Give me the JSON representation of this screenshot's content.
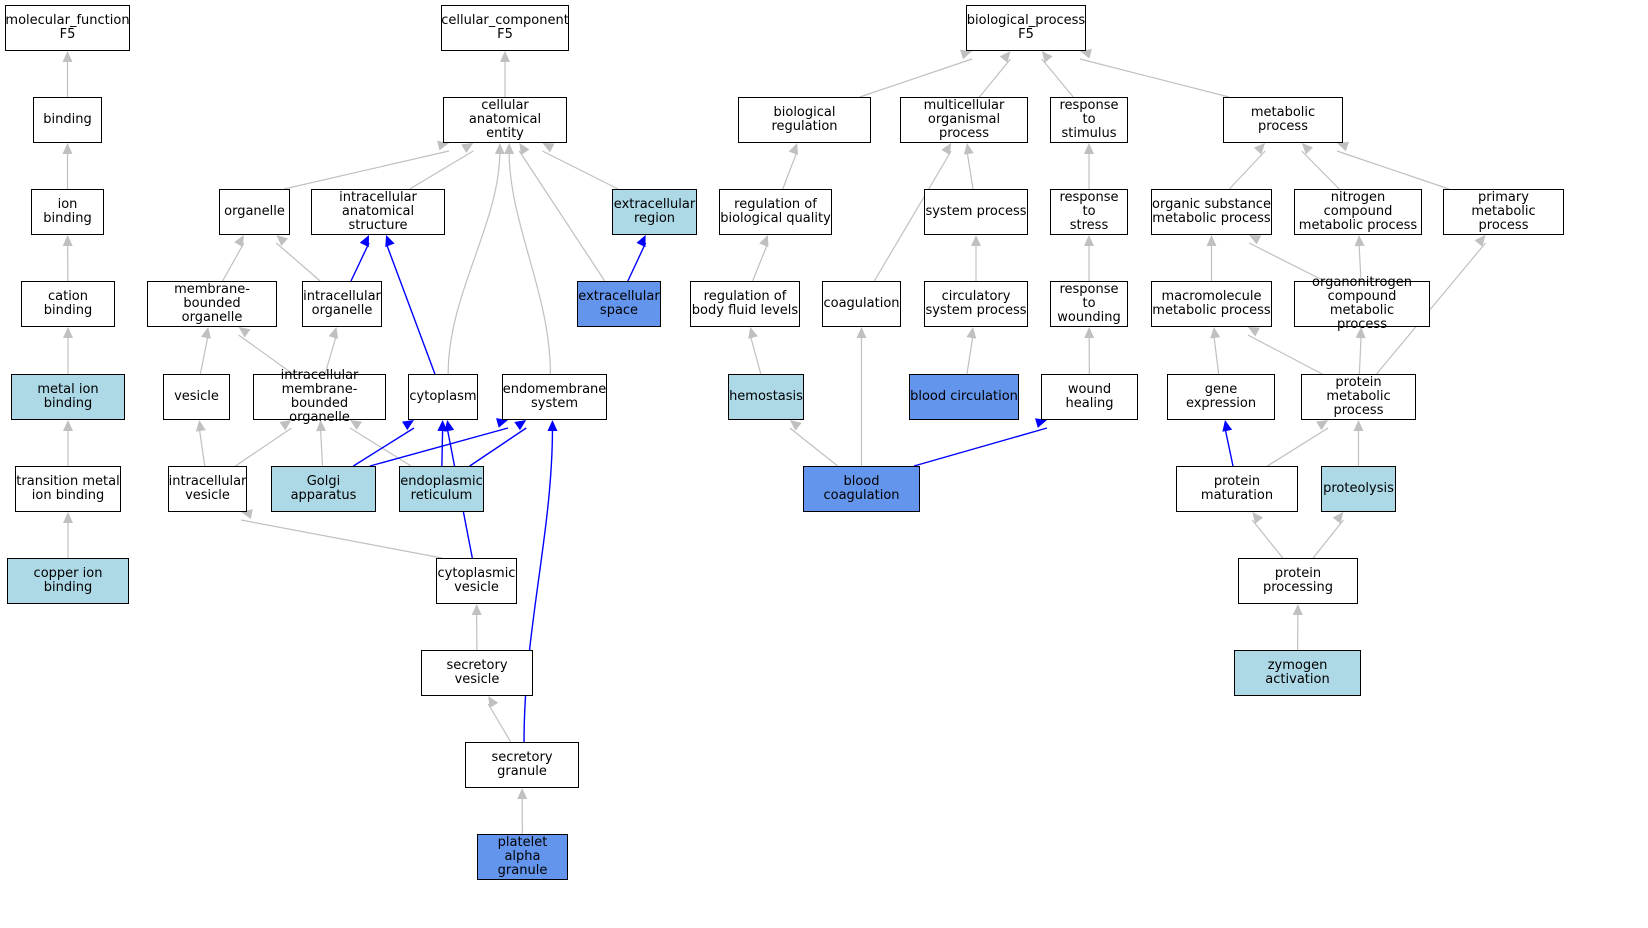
{
  "colors": {
    "node_default": "#ffffff",
    "node_light": "#add8e6",
    "node_blue": "#6495ed",
    "edge_gray": "#c0c0c0",
    "edge_blue": "#0000ff"
  },
  "nodes": [
    {
      "id": "mf",
      "label": "molecular_function\nF5",
      "style": "white"
    },
    {
      "id": "binding",
      "label": "binding",
      "style": "white"
    },
    {
      "id": "ionbind",
      "label": "ion binding",
      "style": "white"
    },
    {
      "id": "cationbind",
      "label": "cation binding",
      "style": "white"
    },
    {
      "id": "metalion",
      "label": "metal ion binding",
      "style": "light"
    },
    {
      "id": "transmetal",
      "label": "transition metal\nion binding",
      "style": "white"
    },
    {
      "id": "copper",
      "label": "copper ion binding",
      "style": "light"
    },
    {
      "id": "cc",
      "label": "cellular_component\nF5",
      "style": "white"
    },
    {
      "id": "cae",
      "label": "cellular anatomical\nentity",
      "style": "white"
    },
    {
      "id": "organelle",
      "label": "organelle",
      "style": "white"
    },
    {
      "id": "ias",
      "label": "intracellular\nanatomical structure",
      "style": "white"
    },
    {
      "id": "extreg",
      "label": "extracellular\nregion",
      "style": "light"
    },
    {
      "id": "extspace",
      "label": "extracellular\nspace",
      "style": "blue"
    },
    {
      "id": "mbo",
      "label": "membrane-bounded\norganelle",
      "style": "white"
    },
    {
      "id": "intorg",
      "label": "intracellular\norganelle",
      "style": "white"
    },
    {
      "id": "vesicle",
      "label": "vesicle",
      "style": "white"
    },
    {
      "id": "imbo",
      "label": "intracellular\nmembrane-bounded\norganelle",
      "style": "white"
    },
    {
      "id": "cytoplasm",
      "label": "cytoplasm",
      "style": "white"
    },
    {
      "id": "endomem",
      "label": "endomembrane\nsystem",
      "style": "white"
    },
    {
      "id": "intves",
      "label": "intracellular\nvesicle",
      "style": "white"
    },
    {
      "id": "golgi",
      "label": "Golgi apparatus",
      "style": "light"
    },
    {
      "id": "er",
      "label": "endoplasmic\nreticulum",
      "style": "light"
    },
    {
      "id": "cytves",
      "label": "cytoplasmic\nvesicle",
      "style": "white"
    },
    {
      "id": "secves",
      "label": "secretory vesicle",
      "style": "white"
    },
    {
      "id": "secgran",
      "label": "secretory granule",
      "style": "white"
    },
    {
      "id": "platelet",
      "label": "platelet alpha\ngranule",
      "style": "blue"
    },
    {
      "id": "bp",
      "label": "biological_process\nF5",
      "style": "white"
    },
    {
      "id": "bioreg",
      "label": "biological regulation",
      "style": "white"
    },
    {
      "id": "multi",
      "label": "multicellular\norganismal process",
      "style": "white"
    },
    {
      "id": "respstim",
      "label": "response to\nstimulus",
      "style": "white"
    },
    {
      "id": "metab",
      "label": "metabolic process",
      "style": "white"
    },
    {
      "id": "regbq",
      "label": "regulation of\nbiological quality",
      "style": "white"
    },
    {
      "id": "sysproc",
      "label": "system process",
      "style": "white"
    },
    {
      "id": "respstress",
      "label": "response to\nstress",
      "style": "white"
    },
    {
      "id": "orgsub",
      "label": "organic substance\nmetabolic process",
      "style": "white"
    },
    {
      "id": "nitro",
      "label": "nitrogen compound\nmetabolic process",
      "style": "white"
    },
    {
      "id": "primary",
      "label": "primary metabolic\nprocess",
      "style": "white"
    },
    {
      "id": "regbfl",
      "label": "regulation of\nbody fluid levels",
      "style": "white"
    },
    {
      "id": "coag",
      "label": "coagulation",
      "style": "white"
    },
    {
      "id": "circsys",
      "label": "circulatory\nsystem process",
      "style": "white"
    },
    {
      "id": "respwound",
      "label": "response to\nwounding",
      "style": "white"
    },
    {
      "id": "macro",
      "label": "macromolecule\nmetabolic process",
      "style": "white"
    },
    {
      "id": "organonitro",
      "label": "organonitrogen\ncompound metabolic\nprocess",
      "style": "white"
    },
    {
      "id": "hemostasis",
      "label": "hemostasis",
      "style": "light"
    },
    {
      "id": "bloodcirc",
      "label": "blood circulation",
      "style": "blue"
    },
    {
      "id": "woundheal",
      "label": "wound healing",
      "style": "white"
    },
    {
      "id": "geneexp",
      "label": "gene expression",
      "style": "white"
    },
    {
      "id": "protmet",
      "label": "protein metabolic\nprocess",
      "style": "white"
    },
    {
      "id": "bloodcoag",
      "label": "blood coagulation",
      "style": "blue"
    },
    {
      "id": "protmat",
      "label": "protein maturation",
      "style": "white"
    },
    {
      "id": "proteolysis",
      "label": "proteolysis",
      "style": "light"
    },
    {
      "id": "protproc",
      "label": "protein processing",
      "style": "white"
    },
    {
      "id": "zymogen",
      "label": "zymogen activation",
      "style": "light"
    }
  ],
  "edges": [
    {
      "from": "binding",
      "to": "mf",
      "color": "gray"
    },
    {
      "from": "ionbind",
      "to": "binding",
      "color": "gray"
    },
    {
      "from": "cationbind",
      "to": "ionbind",
      "color": "gray"
    },
    {
      "from": "metalion",
      "to": "cationbind",
      "color": "gray"
    },
    {
      "from": "transmetal",
      "to": "metalion",
      "color": "gray"
    },
    {
      "from": "copper",
      "to": "transmetal",
      "color": "gray"
    },
    {
      "from": "cae",
      "to": "cc",
      "color": "gray"
    },
    {
      "from": "organelle",
      "to": "cae",
      "color": "gray"
    },
    {
      "from": "ias",
      "to": "cae",
      "color": "gray"
    },
    {
      "from": "extreg",
      "to": "cae",
      "color": "gray"
    },
    {
      "from": "extspace",
      "to": "cae",
      "color": "gray"
    },
    {
      "from": "cytoplasm",
      "to": "cae",
      "color": "gray"
    },
    {
      "from": "endomem",
      "to": "cae",
      "color": "gray"
    },
    {
      "from": "extspace",
      "to": "extreg",
      "color": "blue"
    },
    {
      "from": "mbo",
      "to": "organelle",
      "color": "gray"
    },
    {
      "from": "intorg",
      "to": "organelle",
      "color": "gray"
    },
    {
      "from": "intorg",
      "to": "ias",
      "color": "blue"
    },
    {
      "from": "cytoplasm",
      "to": "ias",
      "color": "blue"
    },
    {
      "from": "vesicle",
      "to": "mbo",
      "color": "gray"
    },
    {
      "from": "imbo",
      "to": "mbo",
      "color": "gray"
    },
    {
      "from": "imbo",
      "to": "intorg",
      "color": "gray"
    },
    {
      "from": "intves",
      "to": "vesicle",
      "color": "gray"
    },
    {
      "from": "intves",
      "to": "imbo",
      "color": "gray"
    },
    {
      "from": "golgi",
      "to": "imbo",
      "color": "gray"
    },
    {
      "from": "er",
      "to": "imbo",
      "color": "gray"
    },
    {
      "from": "golgi",
      "to": "cytoplasm",
      "color": "blue"
    },
    {
      "from": "er",
      "to": "cytoplasm",
      "color": "blue"
    },
    {
      "from": "golgi",
      "to": "endomem",
      "color": "blue"
    },
    {
      "from": "er",
      "to": "endomem",
      "color": "blue"
    },
    {
      "from": "cytves",
      "to": "intves",
      "color": "gray"
    },
    {
      "from": "cytves",
      "to": "cytoplasm",
      "color": "blue"
    },
    {
      "from": "secves",
      "to": "cytves",
      "color": "gray"
    },
    {
      "from": "secgran",
      "to": "secves",
      "color": "gray"
    },
    {
      "from": "secgran",
      "to": "endomem",
      "color": "blue"
    },
    {
      "from": "platelet",
      "to": "secgran",
      "color": "gray"
    },
    {
      "from": "bioreg",
      "to": "bp",
      "color": "gray"
    },
    {
      "from": "multi",
      "to": "bp",
      "color": "gray"
    },
    {
      "from": "respstim",
      "to": "bp",
      "color": "gray"
    },
    {
      "from": "metab",
      "to": "bp",
      "color": "gray"
    },
    {
      "from": "regbq",
      "to": "bioreg",
      "color": "gray"
    },
    {
      "from": "sysproc",
      "to": "multi",
      "color": "gray"
    },
    {
      "from": "coag",
      "to": "multi",
      "color": "gray"
    },
    {
      "from": "respstress",
      "to": "respstim",
      "color": "gray"
    },
    {
      "from": "orgsub",
      "to": "metab",
      "color": "gray"
    },
    {
      "from": "nitro",
      "to": "metab",
      "color": "gray"
    },
    {
      "from": "primary",
      "to": "metab",
      "color": "gray"
    },
    {
      "from": "regbfl",
      "to": "regbq",
      "color": "gray"
    },
    {
      "from": "circsys",
      "to": "sysproc",
      "color": "gray"
    },
    {
      "from": "respwound",
      "to": "respstress",
      "color": "gray"
    },
    {
      "from": "macro",
      "to": "orgsub",
      "color": "gray"
    },
    {
      "from": "organonitro",
      "to": "orgsub",
      "color": "gray"
    },
    {
      "from": "organonitro",
      "to": "nitro",
      "color": "gray"
    },
    {
      "from": "hemostasis",
      "to": "regbfl",
      "color": "gray"
    },
    {
      "from": "bloodcirc",
      "to": "circsys",
      "color": "gray"
    },
    {
      "from": "woundheal",
      "to": "respwound",
      "color": "gray"
    },
    {
      "from": "geneexp",
      "to": "macro",
      "color": "gray"
    },
    {
      "from": "protmet",
      "to": "macro",
      "color": "gray"
    },
    {
      "from": "protmet",
      "to": "organonitro",
      "color": "gray"
    },
    {
      "from": "protmet",
      "to": "primary",
      "color": "gray"
    },
    {
      "from": "bloodcoag",
      "to": "hemostasis",
      "color": "gray"
    },
    {
      "from": "bloodcoag",
      "to": "coag",
      "color": "gray"
    },
    {
      "from": "bloodcoag",
      "to": "woundheal",
      "color": "blue"
    },
    {
      "from": "protmat",
      "to": "geneexp",
      "color": "blue"
    },
    {
      "from": "protmat",
      "to": "protmet",
      "color": "gray"
    },
    {
      "from": "proteolysis",
      "to": "protmet",
      "color": "gray"
    },
    {
      "from": "protproc",
      "to": "protmat",
      "color": "gray"
    },
    {
      "from": "protproc",
      "to": "proteolysis",
      "color": "gray"
    },
    {
      "from": "zymogen",
      "to": "protproc",
      "color": "gray"
    }
  ]
}
